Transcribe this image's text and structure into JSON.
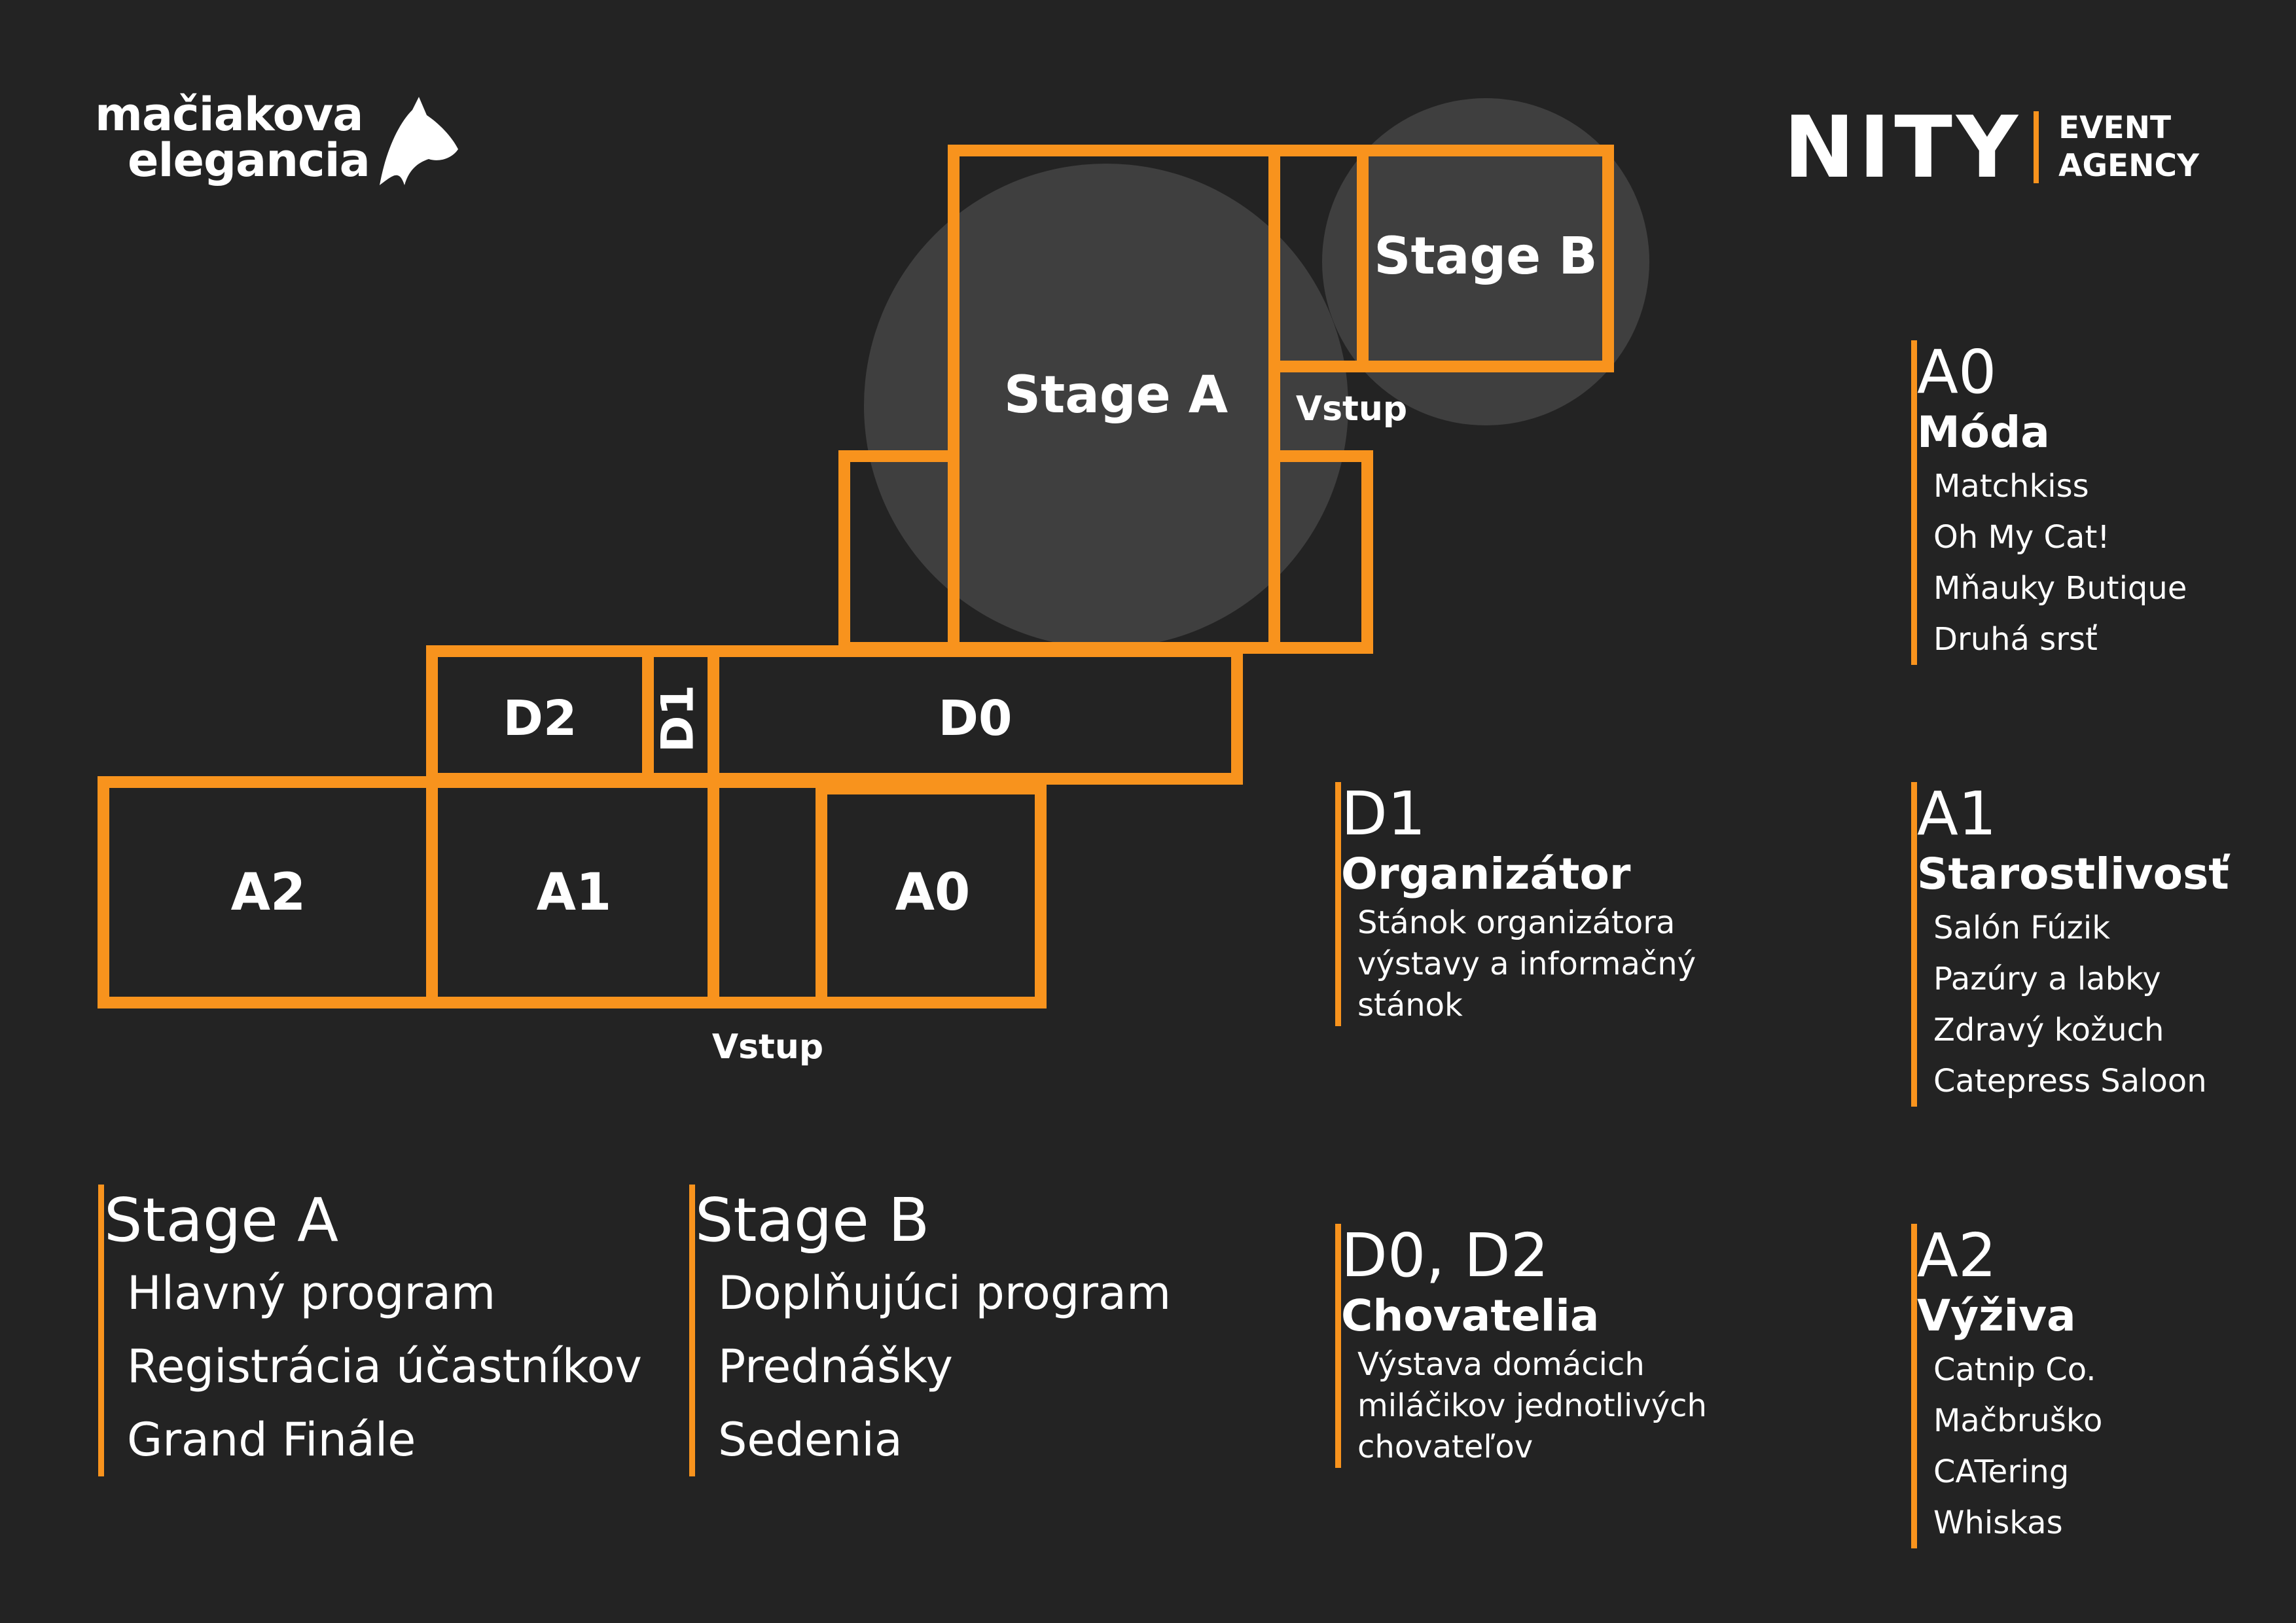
{
  "brand": {
    "left_line1": "mačiakova",
    "left_line2": "elegancia",
    "right_logo": "NITY",
    "right_event": "EVENT",
    "right_agency": "AGENCY",
    "cat_icon": "cat-head-icon"
  },
  "colors": {
    "accent": "#F8931D",
    "background": "#232323",
    "text": "#FFFFFF"
  },
  "floorplan": {
    "stage_a": "Stage A",
    "stage_b": "Stage B",
    "vstup_top": "Vstup",
    "vstup_bottom": "Vstup",
    "d2": "D2",
    "d1": "D1",
    "d0": "D0",
    "a2": "A2",
    "a1": "A1",
    "a0": "A0"
  },
  "legend": {
    "a0": {
      "code": "A0",
      "category": "Móda",
      "items": [
        "Matchkiss",
        "Oh My Cat!",
        "Mňauky Butique",
        "Druhá srsť"
      ]
    },
    "d1": {
      "code": "D1",
      "category": "Organizátor",
      "items": [
        "Stánok organizátora",
        "výstavy a informačný",
        "stánok"
      ]
    },
    "a1": {
      "code": "A1",
      "category": "Starostlivosť",
      "items": [
        "Salón Fúzik",
        "Pazúry a labky",
        "Zdravý kožuch",
        "Catepress Saloon"
      ]
    },
    "stage_a": {
      "code": "Stage A",
      "items": [
        "Hlavný program",
        "Registrácia účastníkov",
        "Grand Finále"
      ]
    },
    "stage_b": {
      "code": "Stage B",
      "items": [
        "Doplňujúci program",
        "Prednášky",
        "Sedenia"
      ]
    },
    "d0d2": {
      "code": "D0, D2",
      "category": "Chovatelia",
      "items": [
        "Výstava domácich",
        "miláčikov jednotlivých",
        "chovateľov"
      ]
    },
    "a2": {
      "code": "A2",
      "category": "Výživa",
      "items": [
        "Catnip Co.",
        "Mačbruško",
        "CATering",
        "Whiskas"
      ]
    }
  }
}
